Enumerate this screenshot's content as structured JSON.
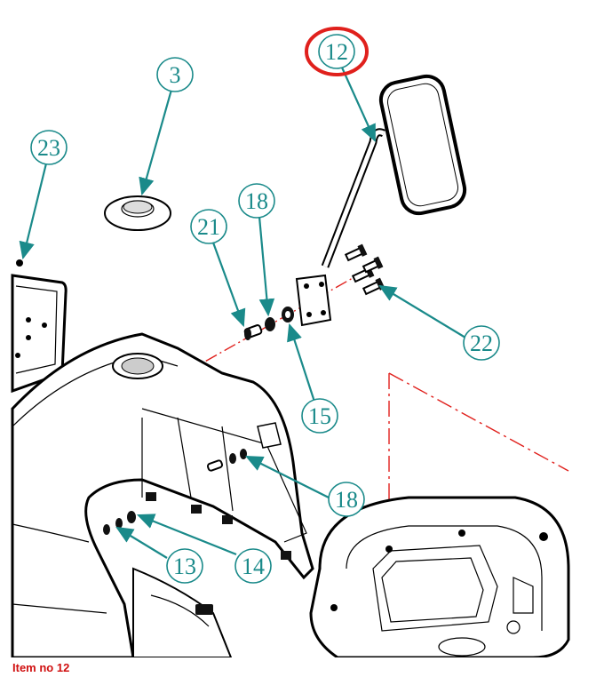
{
  "callouts": {
    "c3": "3",
    "c12": "12",
    "c13": "13",
    "c14": "14",
    "c15": "15",
    "c18a": "18",
    "c18b": "18",
    "c21": "21",
    "c22": "22",
    "c23": "23"
  },
  "caption": "Item no 12",
  "colors": {
    "callout": "#1a8a8a",
    "highlight": "#e0201c",
    "caption": "#d01010"
  }
}
